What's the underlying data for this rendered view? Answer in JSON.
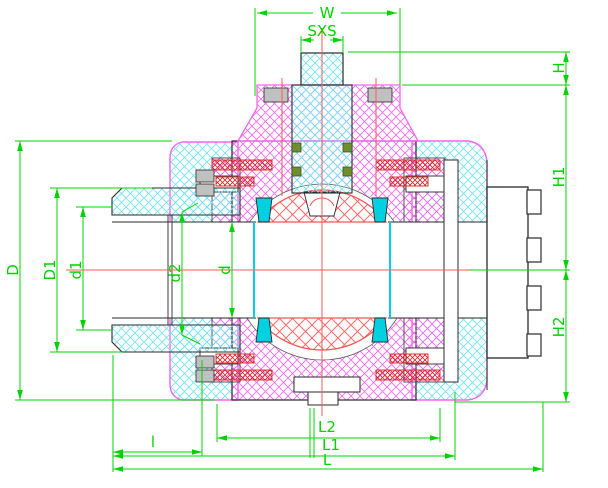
{
  "drawing": {
    "kind": "double-union ball valve sectional drawing",
    "labels": {
      "w": "W",
      "sxs": "SXS",
      "h": "H",
      "h1": "H1",
      "h2": "H2",
      "cap_d": "D",
      "cap_d1": "D1",
      "d1": "d1",
      "d2": "d2",
      "d": "d",
      "l2": "L2",
      "l_small": "l",
      "l1": "L1",
      "cap_l": "L"
    },
    "colors": {
      "dimension_green": "#00d400",
      "centerline_red": "#ff5a5a",
      "body_hatch_magenta": "#f05af0",
      "connector_hatch_cyan": "#6fe0f0",
      "ball_hatch_red": "#ff6a6a",
      "thread_band_red": "#dd2222",
      "seat_cyan": "#00d0e0",
      "oring_olive": "#6f8f2f",
      "outline_black": "#2a2a2a",
      "nut_outline_pink": "#ff63ee",
      "washer_gray": "#c0c0c0"
    }
  }
}
